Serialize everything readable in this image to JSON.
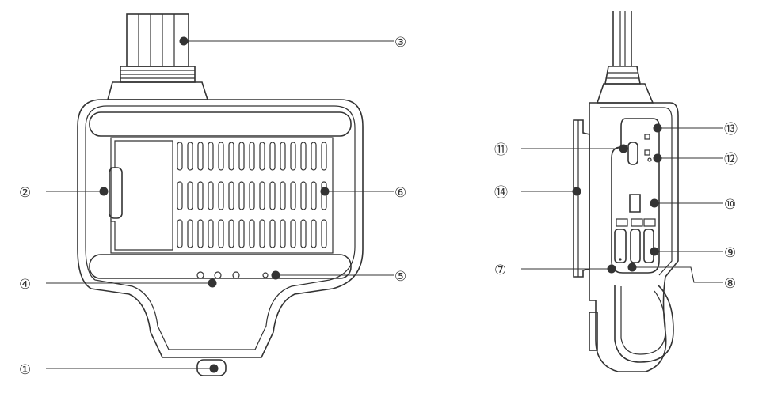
{
  "callouts": [
    {
      "id": "1",
      "label": "①"
    },
    {
      "id": "2",
      "label": "②"
    },
    {
      "id": "3",
      "label": "③"
    },
    {
      "id": "4",
      "label": "④"
    },
    {
      "id": "5",
      "label": "⑤"
    },
    {
      "id": "6",
      "label": "⑥"
    },
    {
      "id": "7",
      "label": "⑦"
    },
    {
      "id": "8",
      "label": "⑧"
    },
    {
      "id": "9",
      "label": "⑨"
    },
    {
      "id": "10",
      "label": "⑩"
    },
    {
      "id": "11",
      "label": "⑪"
    },
    {
      "id": "12",
      "label": "⑫"
    },
    {
      "id": "13",
      "label": "⑬"
    },
    {
      "id": "14",
      "label": "⑭"
    }
  ]
}
